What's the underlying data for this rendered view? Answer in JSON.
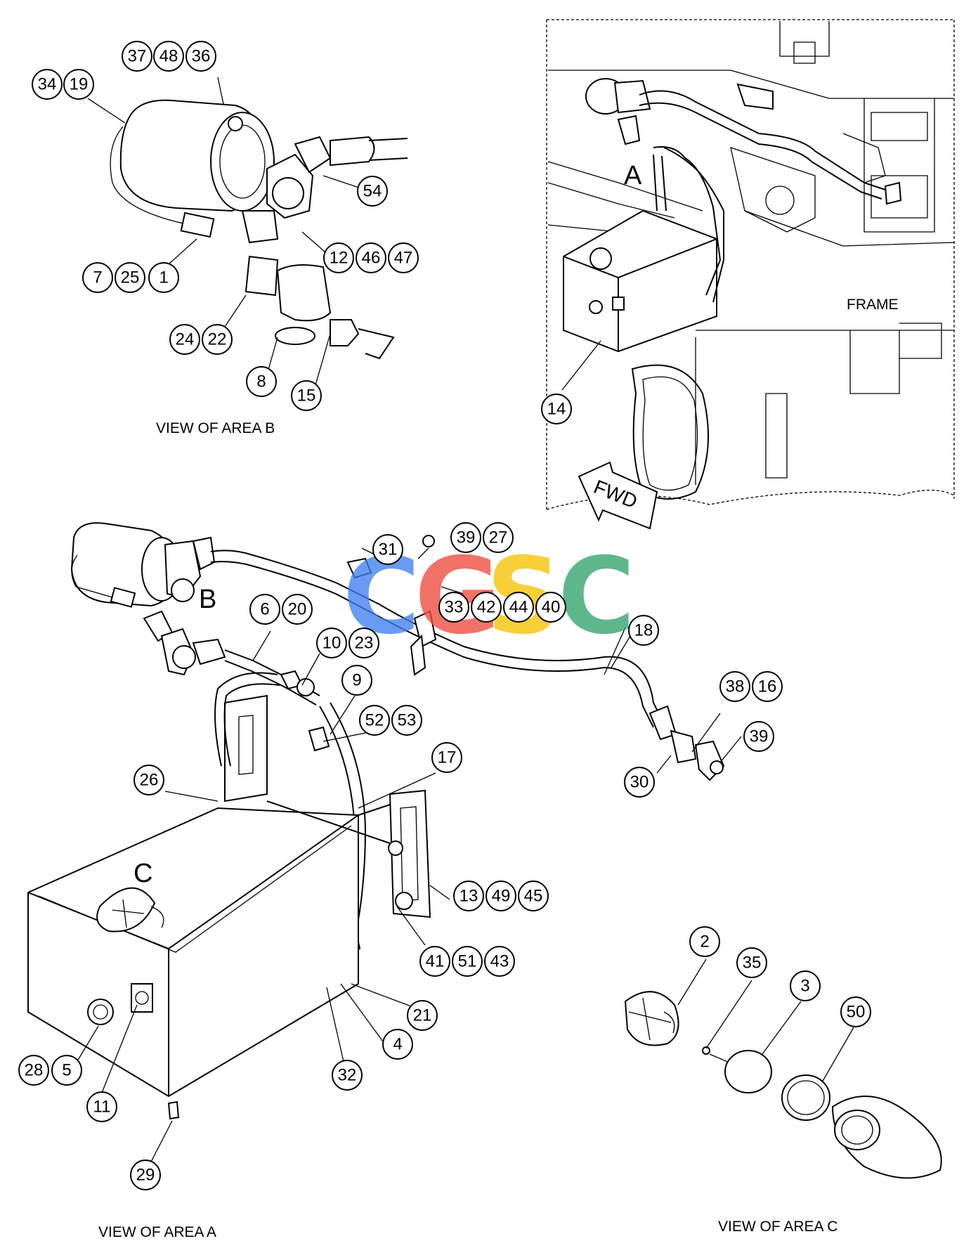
{
  "captions": {
    "view_b": "VIEW OF AREA B",
    "view_a": "VIEW OF AREA A",
    "view_c": "VIEW OF AREA C",
    "frame": "FRAME",
    "fwd": "FWD"
  },
  "area_letters": {
    "a": "A",
    "b": "B",
    "c1": "C"
  },
  "watermark": {
    "letters": [
      "C",
      "G",
      "S",
      "C"
    ],
    "colors": [
      "#3f7ff0",
      "#ee4b3c",
      "#f6c200",
      "#32a46a"
    ]
  },
  "callouts": {
    "c37": "37",
    "c48": "48",
    "c36": "36",
    "c34": "34",
    "c19": "19",
    "c54": "54",
    "c12": "12",
    "c46": "46",
    "c47": "47",
    "c7": "7",
    "c25": "25",
    "c1": "1",
    "c24": "24",
    "c22": "22",
    "c8": "8",
    "c15": "15",
    "c14": "14",
    "c31": "31",
    "c39a": "39",
    "c27": "27",
    "c6": "6",
    "c20": "20",
    "c33": "33",
    "c42": "42",
    "c44": "44",
    "c40": "40",
    "c10": "10",
    "c23": "23",
    "c18": "18",
    "c9": "9",
    "c52": "52",
    "c53": "53",
    "c38": "38",
    "c16": "16",
    "c39b": "39",
    "c30": "30",
    "c17": "17",
    "c26": "26",
    "c13": "13",
    "c49": "49",
    "c45": "45",
    "c41": "41",
    "c51": "51",
    "c43": "43",
    "c21": "21",
    "c4": "4",
    "c32": "32",
    "c28": "28",
    "c5": "5",
    "c11": "11",
    "c29": "29",
    "c2": "2",
    "c35": "35",
    "c3": "3",
    "c50": "50"
  }
}
